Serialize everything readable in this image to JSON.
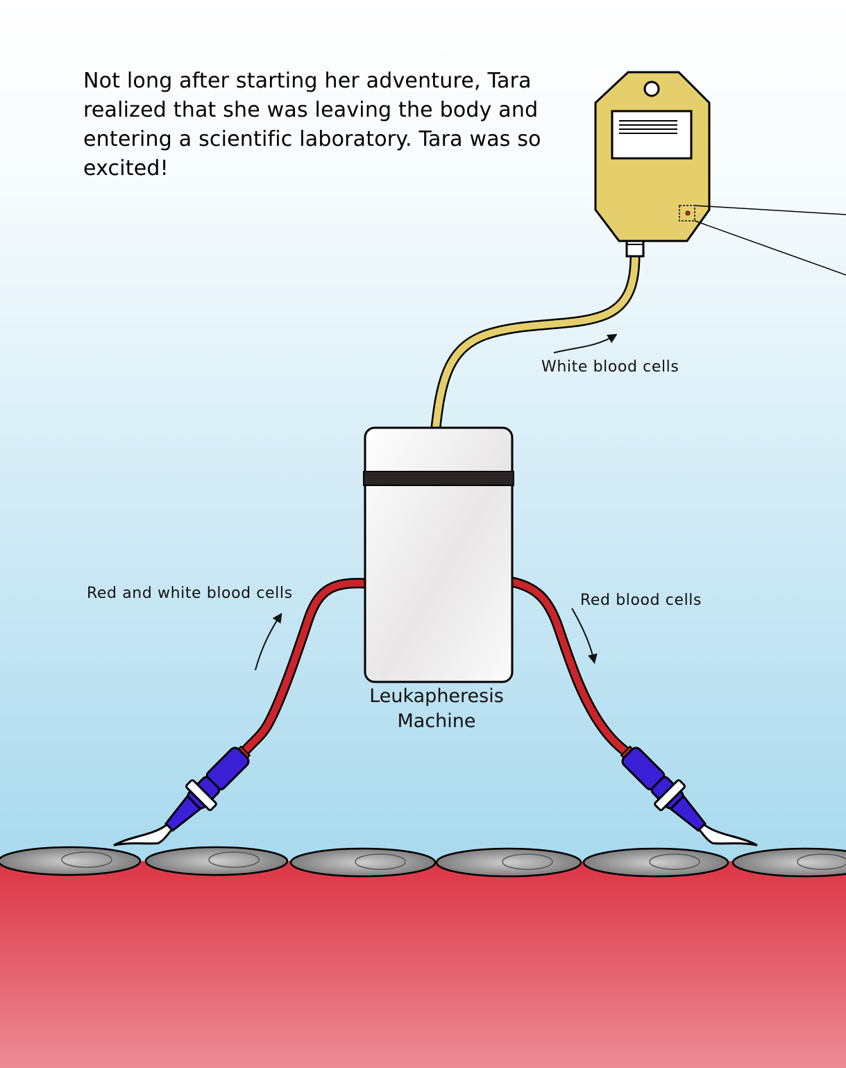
{
  "story": {
    "text": "Not long after starting her adventure, Tara realized that she was leaving the body and entering a scientific laboratory. Tara was so excited!"
  },
  "labels": {
    "white_blood_cells": "White blood cells",
    "red_and_white": "Red and white blood cells",
    "red_blood_cells": "Red blood cells",
    "machine_line1": "Leukapheresis",
    "machine_line2": "Machine"
  },
  "colors": {
    "sky_top": "#ffffff",
    "sky_bottom": "#a8d9ee",
    "tissue_top": "#dc3545",
    "tissue_bottom": "#ec8c96",
    "tube_red": "#c9252b",
    "tube_yellow": "#e4cf6c",
    "bag": "#e4cf6c",
    "needle_hub": "#3a1fd6",
    "machine_body": "#efeeee",
    "machine_band": "#2b2526",
    "cell_gray": "#7a7a7a"
  }
}
